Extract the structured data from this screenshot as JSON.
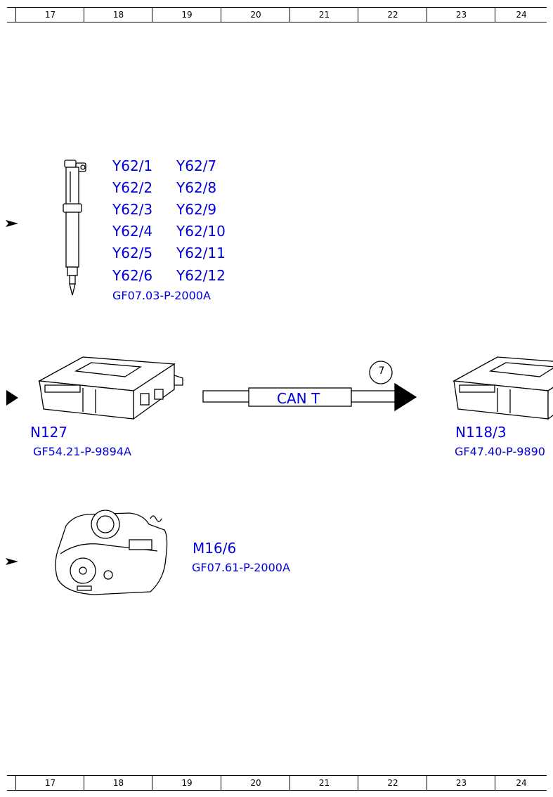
{
  "ruler": {
    "columns": [
      "17",
      "18",
      "19",
      "20",
      "21",
      "22",
      "23",
      "24"
    ]
  },
  "injectors": {
    "codes_left": [
      "Y62/1",
      "Y62/2",
      "Y62/3",
      "Y62/4",
      "Y62/5",
      "Y62/6"
    ],
    "codes_right": [
      "Y62/7",
      "Y62/8",
      "Y62/9",
      "Y62/10",
      "Y62/11",
      "Y62/12"
    ],
    "doc_ref": "GF07.03-P-2000A"
  },
  "ecu_left": {
    "label": "N127",
    "doc_ref": "GF54.21-P-9894A"
  },
  "can_bus": {
    "label": "CAN T",
    "circle_number": "7"
  },
  "ecu_right": {
    "label": "N118/3",
    "doc_ref": "GF47.40-P-9890"
  },
  "throttle": {
    "label": "M16/6",
    "doc_ref": "GF07.61-P-2000A"
  },
  "colors": {
    "label_blue": "#0000dd",
    "line_black": "#000000"
  }
}
